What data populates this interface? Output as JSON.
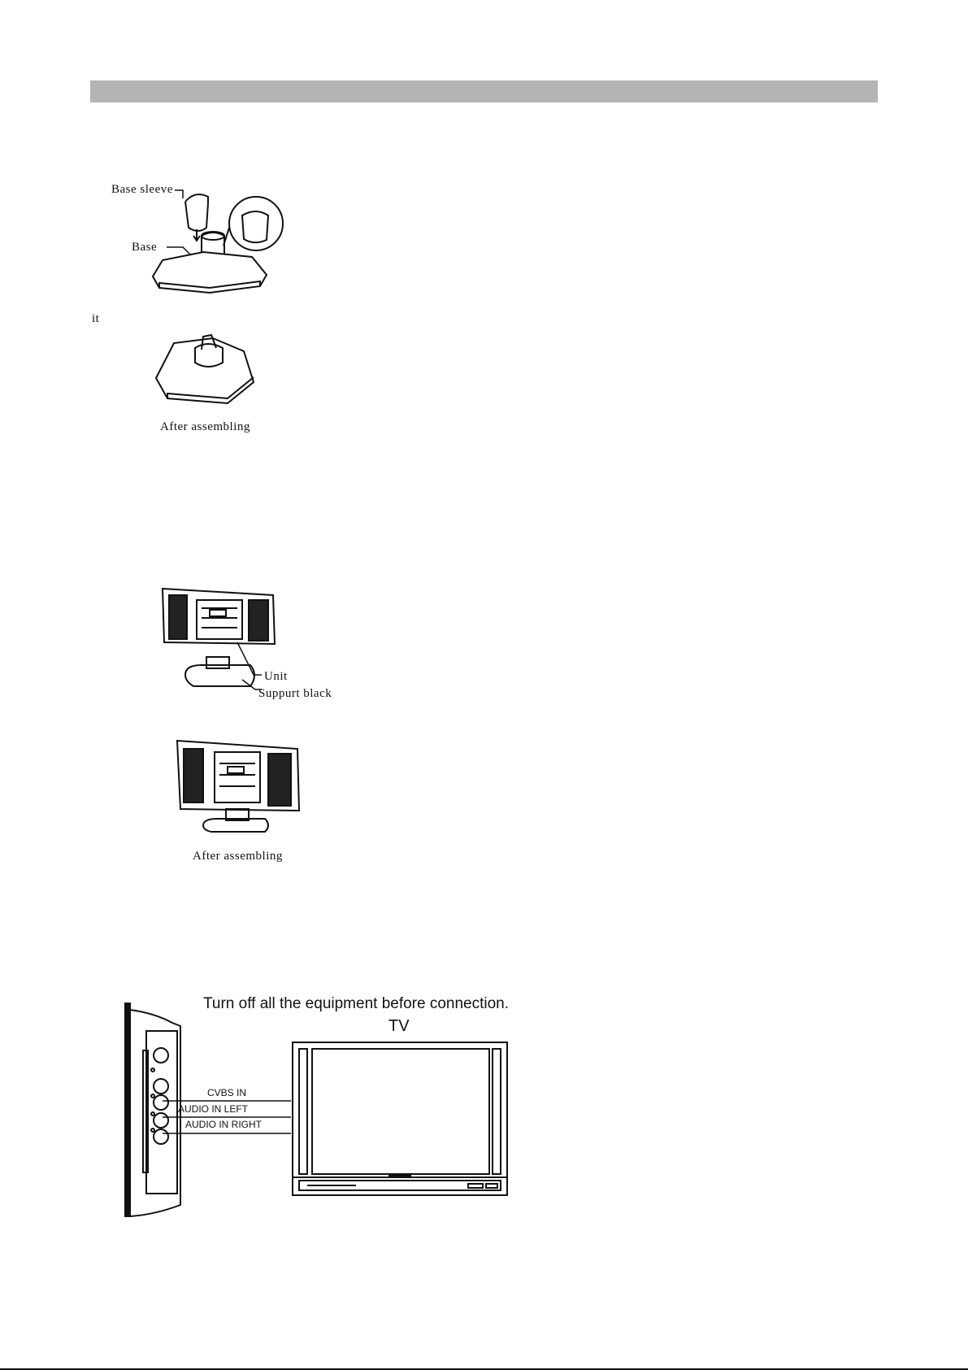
{
  "figure1": {
    "base_sleeve_label": "Base sleeve",
    "base_label": "Base",
    "after_label": "After assembling"
  },
  "stray_text": "it",
  "figure2": {
    "unit_label": "Unit",
    "support_label": "Suppurt black",
    "after_label": "After assembling"
  },
  "figure3": {
    "instruction": "Turn off all the equipment before connection.",
    "tv_label": "TV",
    "cvbs_label": "CVBS IN",
    "audio_left_label": "AUDIO IN  LEFT",
    "audio_right_label": "AUDIO IN  RIGHT"
  }
}
